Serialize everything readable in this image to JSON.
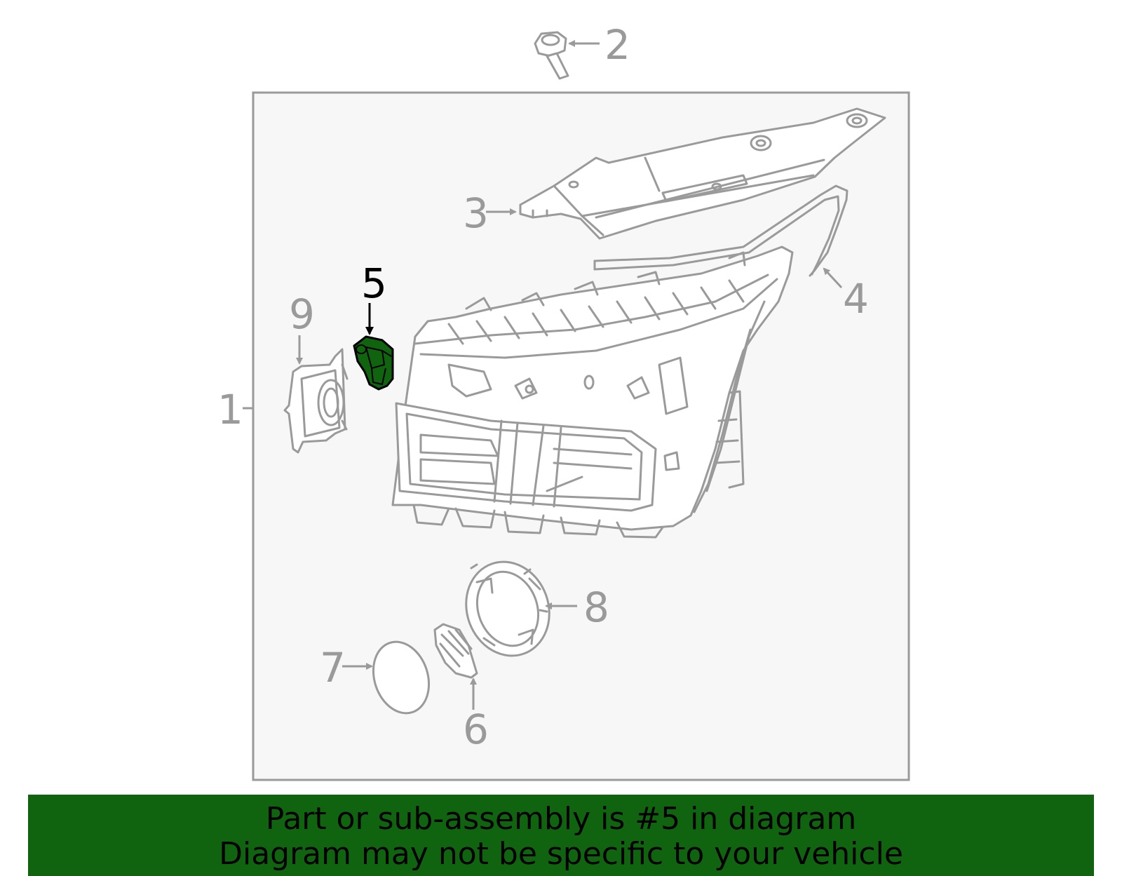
{
  "callouts": {
    "c1": "1",
    "c2": "2",
    "c3": "3",
    "c4": "4",
    "c5": "5",
    "c6": "6",
    "c7": "7",
    "c8": "8",
    "c9": "9"
  },
  "highlight_color": "#106410",
  "banner": {
    "line1": "Part or sub-assembly is #5 in diagram",
    "line2": "Diagram may not be specific to your vehicle"
  }
}
